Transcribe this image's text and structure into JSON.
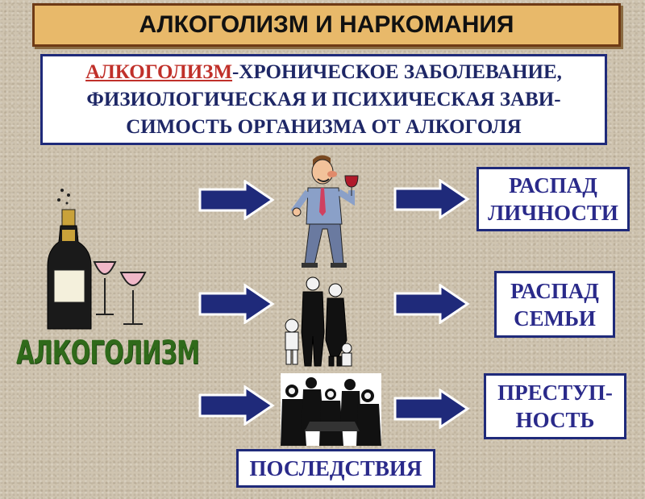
{
  "title": "АЛКОГОЛИЗМ И НАРКОМАНИЯ",
  "definition": {
    "term": "АЛКОГОЛИЗМ",
    "line1_rest": "-ХРОНИЧЕСКОЕ ЗАБОЛЕВАНИЕ,",
    "line2": "ФИЗИОЛОГИЧЕСКАЯ И ПСИХИЧЕСКАЯ ЗАВИ-",
    "line3": "СИМОСТЬ ОРГАНИЗМА ОТ АЛКОГОЛЯ"
  },
  "left_label": "АЛКОГОЛИЗМ",
  "results": [
    {
      "line1": "РАСПАД",
      "line2": "ЛИЧНОСТИ"
    },
    {
      "line1": "РАСПАД",
      "line2": "СЕМЬИ"
    },
    {
      "line1": "ПРЕСТУП-",
      "line2": "НОСТЬ"
    }
  ],
  "footer": "ПОСЛЕДСТВИЯ",
  "colors": {
    "title_bg": "#e8b96a",
    "box_border": "#1f2a7a",
    "arrow_fill": "#1f2a7a",
    "term_red": "#c0302a",
    "label_green": "#2f6a1a"
  },
  "icons": [
    "champagne-bottle-icon",
    "glasses-icon",
    "drunk-man-icon",
    "family-icon",
    "crowd-icon",
    "arrow-right-icon"
  ]
}
